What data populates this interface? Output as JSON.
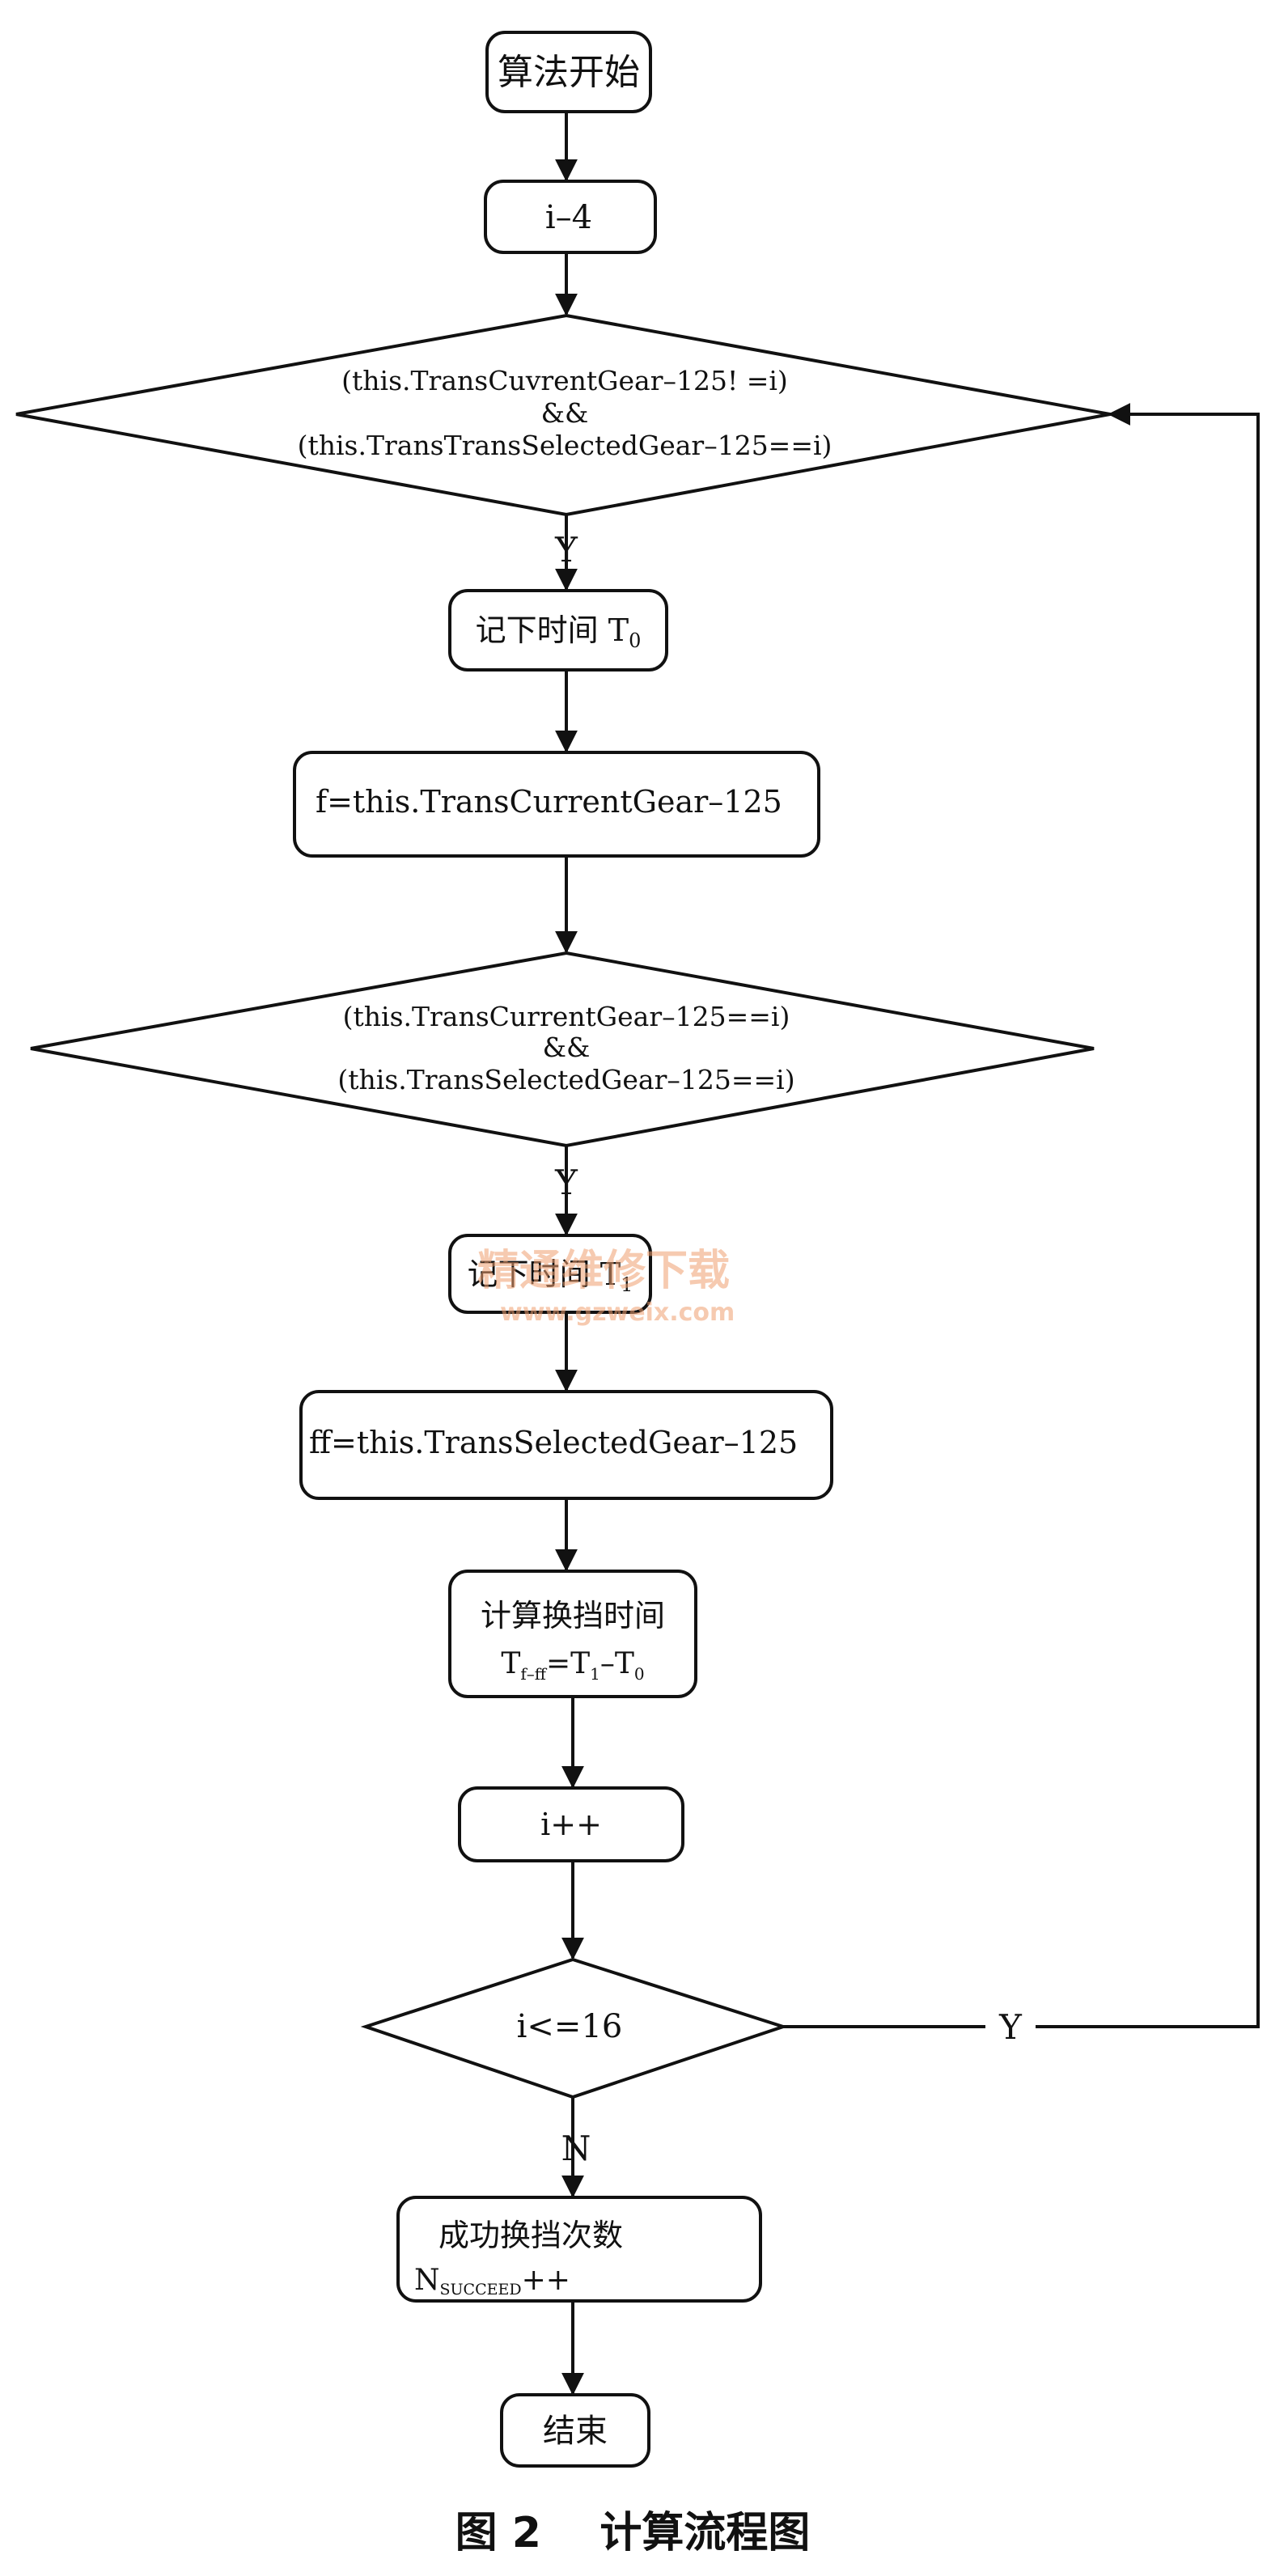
{
  "nodes": {
    "start": "算法开始",
    "init": "i–4",
    "decision1": {
      "line1": "(this.TransCuvrentGear–125!  =i)",
      "line2": "&&",
      "line3": "(this.TransTransSelectedGear–125==i)"
    },
    "record_t0": {
      "text": "记下时间 T",
      "sub": "0"
    },
    "assign_f": "f=this.TransCurrentGear–125",
    "decision2": {
      "line1": "(this.TransCurrentGear–125==i)",
      "line2": "&&",
      "line3": "(this.TransSelectedGear–125==i)"
    },
    "record_t1": {
      "text": "记下时间 T",
      "sub": "1"
    },
    "assign_ff": "ff=this.TransSelectedGear–125",
    "compute": {
      "line1": "计算换挡时间",
      "T": "T",
      "T_sub": "f–ff",
      "eq": "=T",
      "T1_sub": "1",
      "minus": "–T",
      "T0_sub": "0"
    },
    "increment": "i++",
    "decision3": "i<=16",
    "success": {
      "line1": "成功换挡次数",
      "N": "N",
      "N_sub": "SUCCEED",
      "plus": "++"
    },
    "end": "结束"
  },
  "labels": {
    "yes1": "Y",
    "yes2": "Y",
    "yes3": "Y",
    "no": "N"
  },
  "watermark": {
    "cn": "精通维修下载",
    "url": "www.gzweix.com"
  },
  "caption": "图 2    计算流程图"
}
